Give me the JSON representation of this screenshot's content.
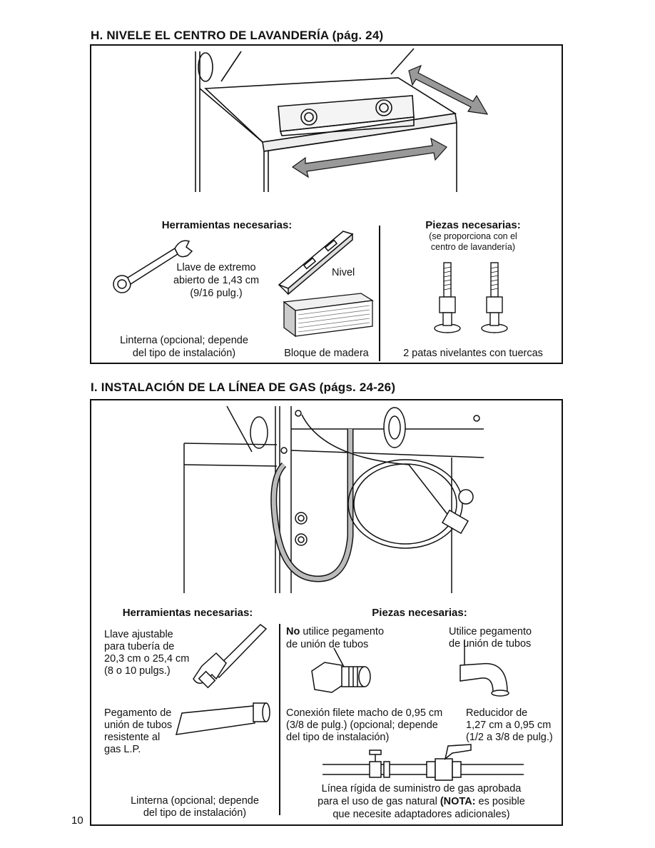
{
  "sectionH": {
    "heading": "H. NIVELE EL CENTRO DE LAVANDERÍA (pág. 24)",
    "tools_title": "Herramientas necesarias:",
    "wrench_l1": "Llave de extremo",
    "wrench_l2": "abierto de 1,43 cm",
    "wrench_l3": "(9/16 pulg.)",
    "level_label": "Nivel",
    "flashlight_l1": "Linterna (opcional; depende",
    "flashlight_l2": "del tipo de instalación)",
    "block_label": "Bloque de madera",
    "parts_title": "Piezas necesarias:",
    "parts_note_l1": "(se proporciona con el",
    "parts_note_l2": "centro de lavandería)",
    "feet_label": "2 patas nivelantes con tuercas"
  },
  "sectionI": {
    "heading": "I. INSTALACIÓN DE LA LÍNEA DE GAS (págs. 24-26)",
    "tools_title": "Herramientas necesarias:",
    "pipe_wrench": "Llave ajustable\npara tubería de\n20,3 cm o 25,4 cm\n(8 o 10 pulgs.)",
    "compound": "Pegamento de\nunión de tubos\nresistente al\ngas L.P.",
    "flashlight": "Linterna (opcional; depende\ndel tipo de instalación)",
    "parts_title": "Piezas necesarias:",
    "no_bold": "No",
    "no_rest": " utilice pegamento",
    "no_line2": "de unión de tubos",
    "use": "Utilice pegamento\nde unión de tubos",
    "flare": "Conexión filete macho de 0,95 cm\n(3/8 de pulg.) (opcional; depende\ndel tipo de instalación)",
    "reducer": "Reducidor de\n1,27 cm a 0,95 cm\n(1/2 a 3/8 de pulg.)",
    "pipe_l1": "Línea rígida de suministro de gas aprobada",
    "pipe_l2a": "para el uso de gas natural ",
    "pipe_l2b": "(NOTA:",
    "pipe_l2c": " es posible",
    "pipe_l3": "que necesite adaptadores adicionales)"
  },
  "page_number": "10"
}
